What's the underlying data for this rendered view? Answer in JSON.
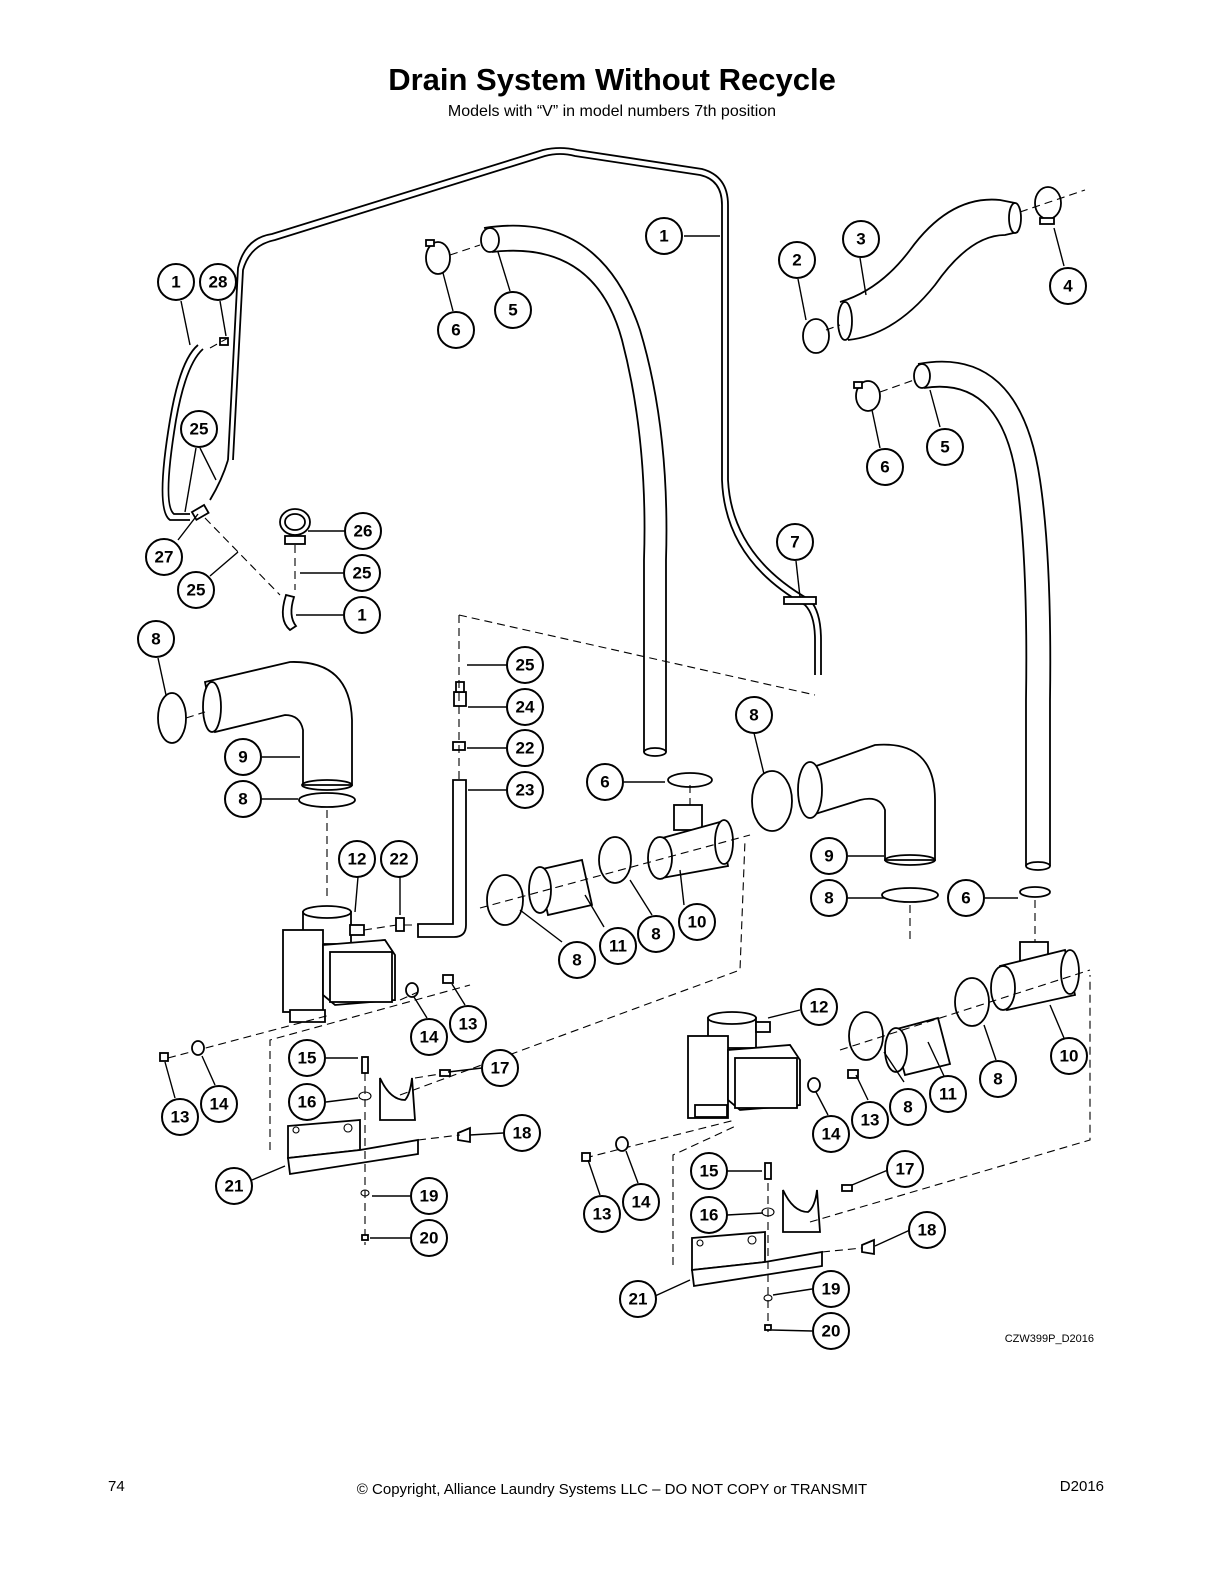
{
  "title": "Drain System Without Recycle",
  "subtitle": "Models with “V” in model numbers 7th position",
  "drawing_code": "CZW399P_D2016",
  "footer": {
    "page_number": "74",
    "copyright": "© Copyright, Alliance Laundry Systems LLC – DO NOT COPY or TRANSMIT",
    "doc_code": "D2016"
  },
  "callouts": {
    "c1a": "1",
    "c28": "28",
    "c1b": "1",
    "c2": "2",
    "c3": "3",
    "c4": "4",
    "c6a": "6",
    "c5a": "5",
    "c6b": "6",
    "c5b": "5",
    "c25a": "25",
    "c27": "27",
    "c25b": "25",
    "c26": "26",
    "c25c": "25",
    "c1c": "1",
    "c7": "7",
    "c8a": "8",
    "c9a": "9",
    "c8b": "8",
    "c25d": "25",
    "c24": "24",
    "c22a": "22",
    "c23": "23",
    "c6c": "6",
    "c8c": "8",
    "c12a": "12",
    "c22b": "22",
    "c8d": "8",
    "c11a": "11",
    "c8e": "8",
    "c10a": "10",
    "c9b": "9",
    "c8f": "8",
    "c6d": "6",
    "c14a": "14",
    "c13a": "13",
    "c13b": "13",
    "c14b": "14",
    "c15a": "15",
    "c17a": "17",
    "c16a": "16",
    "c18a": "18",
    "c21a": "21",
    "c19a": "19",
    "c20a": "20",
    "c12b": "12",
    "c8g": "8",
    "c11b": "11",
    "c8h": "8",
    "c10b": "10",
    "c14c": "14",
    "c13c": "13",
    "c13d": "13",
    "c14d": "14",
    "c15b": "15",
    "c17b": "17",
    "c16b": "16",
    "c18b": "18",
    "c21b": "21",
    "c19b": "19",
    "c20b": "20"
  }
}
